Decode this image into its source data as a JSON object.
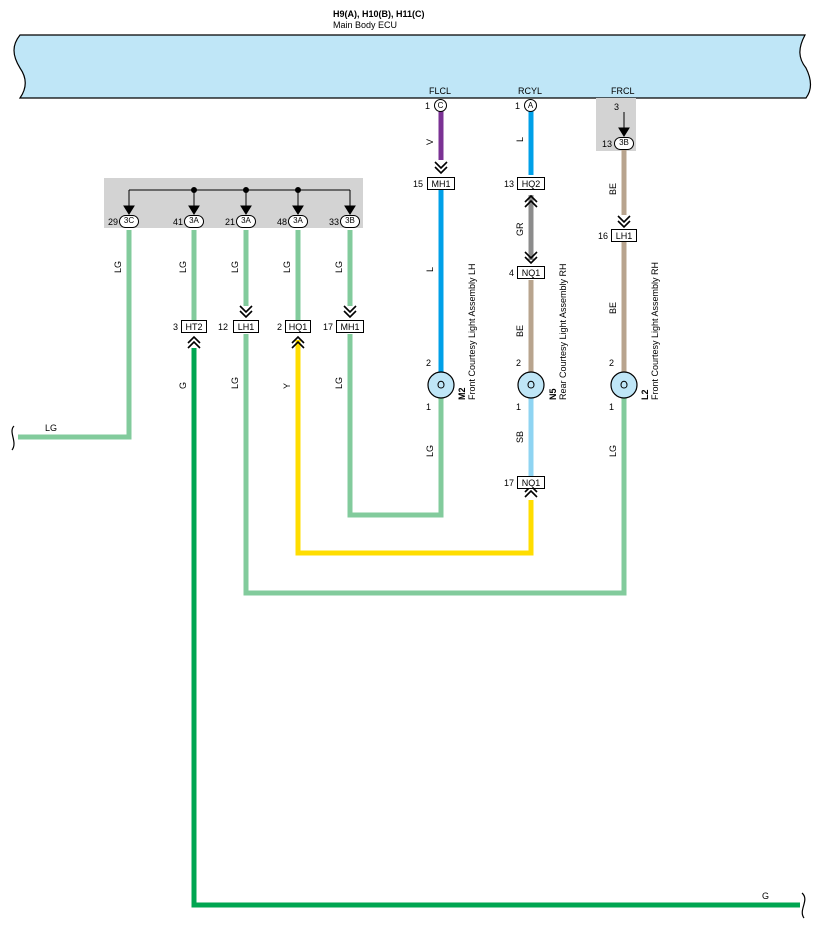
{
  "ecu": {
    "title": "H9(A), H10(B), H11(C)",
    "subtitle": "Main Body ECU",
    "pins": [
      {
        "id": "flcl",
        "name": "FLCL",
        "pin": "1",
        "tag": "C"
      },
      {
        "id": "rcyl",
        "name": "RCYL",
        "pin": "1",
        "tag": "A"
      },
      {
        "id": "frcl",
        "name": "FRCL",
        "pin": "3",
        "pin2": "13",
        "tag": "3B"
      }
    ]
  },
  "splice_pins": [
    {
      "pin": "29",
      "tag": "3C",
      "wire": "LG"
    },
    {
      "pin": "41",
      "tag": "3A",
      "wire": "LG"
    },
    {
      "pin": "21",
      "tag": "3A",
      "wire": "LG"
    },
    {
      "pin": "48",
      "tag": "3A",
      "wire": "LG"
    },
    {
      "pin": "33",
      "tag": "3B",
      "wire": "LG"
    }
  ],
  "connectors": [
    {
      "id": "mh1-top",
      "pin": "15",
      "code": "MH1"
    },
    {
      "id": "hq2",
      "pin": "13",
      "code": "HQ2"
    },
    {
      "id": "nq1-top",
      "pin": "4",
      "code": "NQ1"
    },
    {
      "id": "lh1-right",
      "pin": "16",
      "code": "LH1"
    },
    {
      "id": "ht2",
      "pin": "3",
      "code": "HT2"
    },
    {
      "id": "lh1-left",
      "pin": "12",
      "code": "LH1"
    },
    {
      "id": "hq1",
      "pin": "2",
      "code": "HQ1"
    },
    {
      "id": "mh1-left",
      "pin": "17",
      "code": "MH1"
    },
    {
      "id": "nq1-bottom",
      "pin": "17",
      "code": "NQ1"
    }
  ],
  "lamps": [
    {
      "id": "m2",
      "code": "M2",
      "name": "Front Courtesy Light Assembly LH",
      "pin_top": "2",
      "pin_bottom": "1"
    },
    {
      "id": "n5",
      "code": "N5",
      "name": "Rear Courtesy Light Assembly RH",
      "pin_top": "2",
      "pin_bottom": "1"
    },
    {
      "id": "l2",
      "code": "L2",
      "name": "Front Courtesy Light Assembly RH",
      "pin_top": "2",
      "pin_bottom": "1"
    }
  ],
  "wire_labels": {
    "flcl_top": "V",
    "flcl_mid": "L",
    "flcl_bottom": "LG",
    "rcyl_top": "L",
    "rcyl_gr": "GR",
    "rcyl_be": "BE",
    "rcyl_sb": "SB",
    "frcl_be1": "BE",
    "frcl_be2": "BE",
    "frcl_bottom": "LG",
    "lg_29": "LG",
    "lg_41": "LG",
    "lg_21": "LG",
    "lg_48": "LG",
    "lg_33": "LG",
    "g_ht2": "G",
    "lg_lh1": "LG",
    "y_hq1": "Y",
    "lg_mh1": "LG",
    "lg_left_exit": "LG",
    "g_bottom_exit": "G"
  },
  "wire_colors": {
    "V": "#7b3294",
    "L": "#00a0e8",
    "LG": "#82cb9c",
    "GR": "#8c8c8c",
    "BE": "#b8a48e",
    "SB": "#8fd4f2",
    "Y": "#ffdd00",
    "G": "#00a651",
    "ecu_fill": "#bfe6f7",
    "splice_fill": "#d3d3d3"
  }
}
